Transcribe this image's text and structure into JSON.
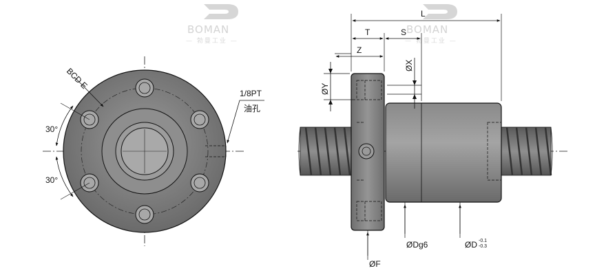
{
  "watermark": {
    "brand": "BOMAN",
    "sub": "— 勃曼工业 —"
  },
  "front_view": {
    "bcd_label": "BCD E",
    "angle_top": "30°",
    "angle_bottom": "30°",
    "port_label": "1/8PT",
    "port_note": "油孔"
  },
  "side_view": {
    "length_label": "L",
    "t_label": "T",
    "s_label": "S",
    "z_label": "Z",
    "x_label": "ØX",
    "y_label": "ØY",
    "f_label": "ØF",
    "dg_label": "ØDg6",
    "d_label": "ØD",
    "d_tol_upper": "-0.1",
    "d_tol_lower": "-0.3"
  },
  "colors": {
    "line": "#111111",
    "flange_fill": "#7a7a7a",
    "body_fill": "#888888",
    "screw_fill": "#6d6d6d",
    "watermark": "#cccccc"
  }
}
